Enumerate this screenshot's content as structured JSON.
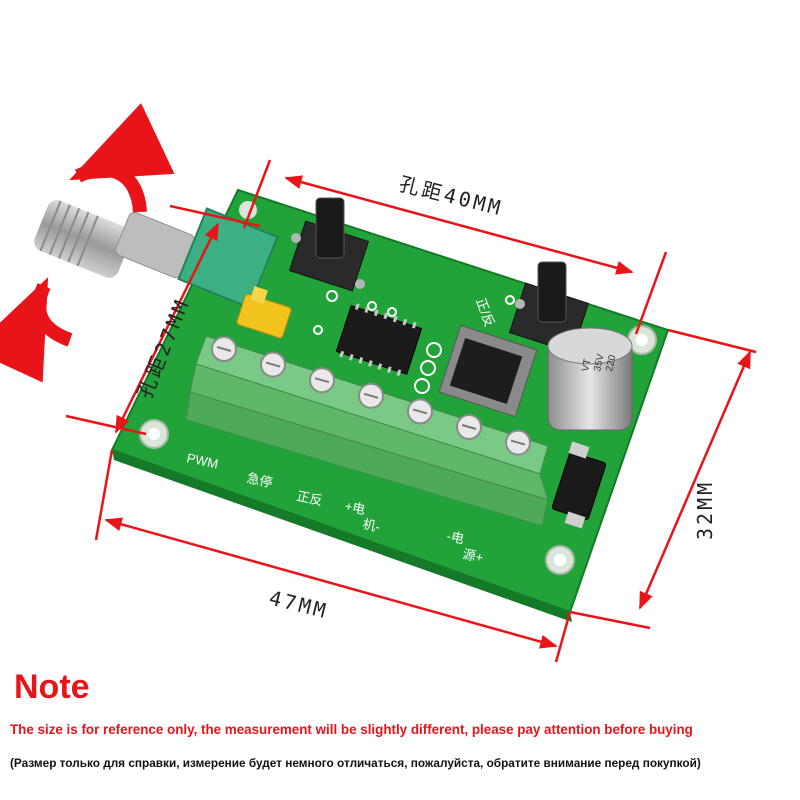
{
  "dimensions": {
    "hole_spacing_width": "孔距40MM",
    "hole_spacing_height": "孔距27MM",
    "board_width": "47MM",
    "board_height": "32MM"
  },
  "board": {
    "silkscreen": {
      "pwm": "PWM",
      "stop": "急停",
      "reverse": "正反",
      "motor_plus": "+电",
      "motor_minus": "机-",
      "power_minus": "-电",
      "power_plus": "源+",
      "direction_label": "正/反"
    },
    "capacitor_label": [
      "220",
      "35V",
      "VT"
    ]
  },
  "note": {
    "title": "Note",
    "english": "The size is for reference only, the measurement will be slightly different, please pay attention before buying",
    "russian": "(Размер только для справки, измерение будет немного отличаться, пожалуйста, обратите внимание перед покупкой)"
  },
  "colors": {
    "pcb": "#22a33a",
    "terminal_block": "#5fb86a",
    "arrow_red": "#e8141a",
    "note_red": "#e8141a"
  }
}
